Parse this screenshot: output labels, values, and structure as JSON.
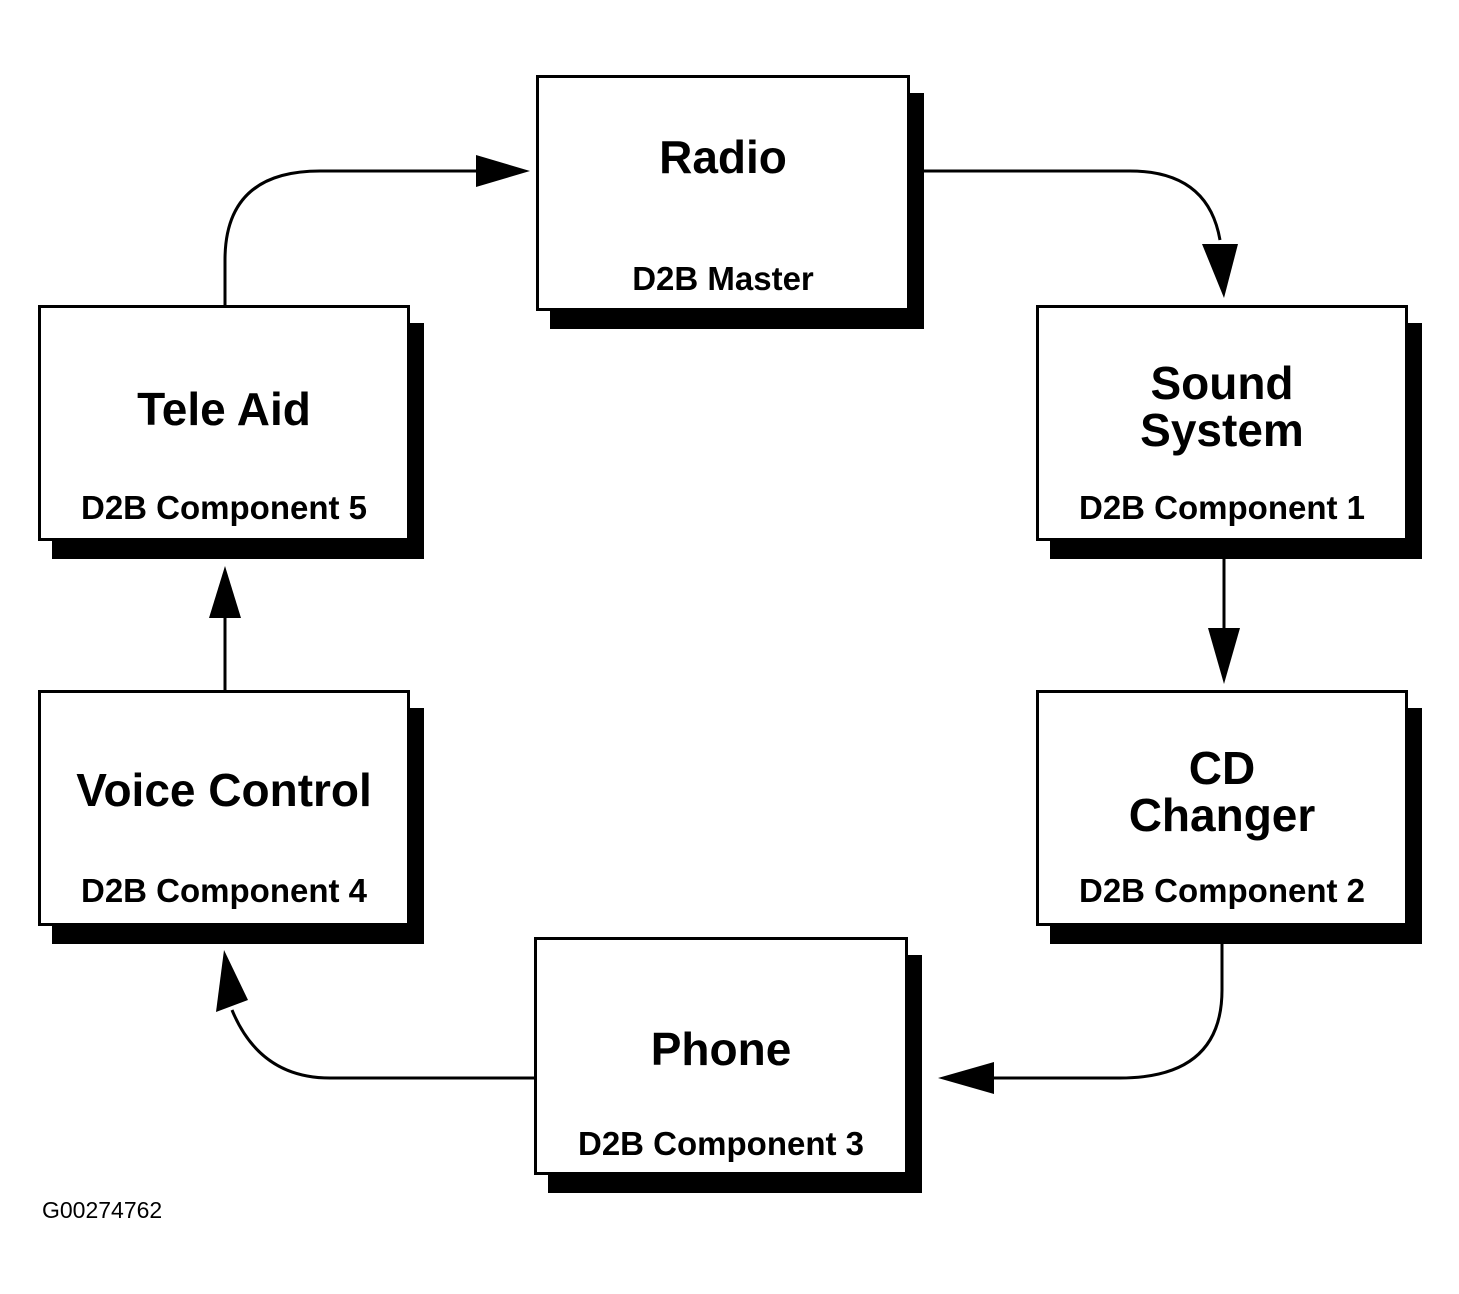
{
  "nodes": [
    {
      "id": "radio",
      "title": "Radio",
      "role": "D2B Master"
    },
    {
      "id": "sound",
      "title": "Sound\nSystem",
      "role": "D2B Component 1"
    },
    {
      "id": "cd",
      "title": "CD\nChanger",
      "role": "D2B Component 2"
    },
    {
      "id": "phone",
      "title": "Phone",
      "role": "D2B Component 3"
    },
    {
      "id": "voice",
      "title": "Voice Control",
      "role": "D2B Component 4"
    },
    {
      "id": "teleaid",
      "title": "Tele Aid",
      "role": "D2B Component 5"
    }
  ],
  "edges": [
    {
      "from": "radio",
      "to": "sound"
    },
    {
      "from": "sound",
      "to": "cd"
    },
    {
      "from": "cd",
      "to": "phone"
    },
    {
      "from": "phone",
      "to": "voice"
    },
    {
      "from": "voice",
      "to": "teleaid"
    },
    {
      "from": "teleaid",
      "to": "radio"
    }
  ],
  "figure_code": "G00274762"
}
